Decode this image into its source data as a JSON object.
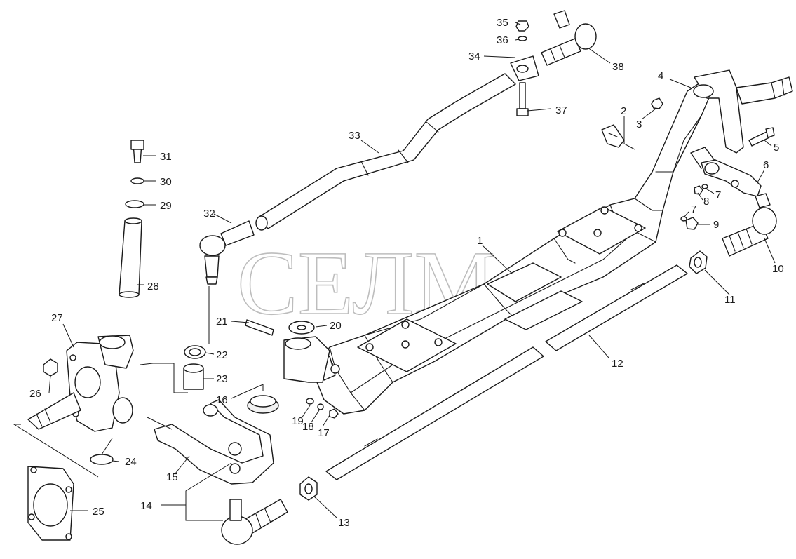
{
  "watermark": "СЕЛМ",
  "callouts": [
    {
      "id": "c1",
      "label": "1"
    },
    {
      "id": "c2",
      "label": "2"
    },
    {
      "id": "c3",
      "label": "3"
    },
    {
      "id": "c4",
      "label": "4"
    },
    {
      "id": "c5",
      "label": "5"
    },
    {
      "id": "c6",
      "label": "6"
    },
    {
      "id": "c7a",
      "label": "7"
    },
    {
      "id": "c7b",
      "label": "7"
    },
    {
      "id": "c8",
      "label": "8"
    },
    {
      "id": "c9",
      "label": "9"
    },
    {
      "id": "c10",
      "label": "10"
    },
    {
      "id": "c11",
      "label": "11"
    },
    {
      "id": "c12",
      "label": "12"
    },
    {
      "id": "c13",
      "label": "13"
    },
    {
      "id": "c14",
      "label": "14"
    },
    {
      "id": "c15",
      "label": "15"
    },
    {
      "id": "c16",
      "label": "16"
    },
    {
      "id": "c17",
      "label": "17"
    },
    {
      "id": "c18",
      "label": "18"
    },
    {
      "id": "c19",
      "label": "19"
    },
    {
      "id": "c20",
      "label": "20"
    },
    {
      "id": "c21",
      "label": "21"
    },
    {
      "id": "c22",
      "label": "22"
    },
    {
      "id": "c23",
      "label": "23"
    },
    {
      "id": "c24",
      "label": "24"
    },
    {
      "id": "c25",
      "label": "25"
    },
    {
      "id": "c26",
      "label": "26"
    },
    {
      "id": "c27",
      "label": "27"
    },
    {
      "id": "c28",
      "label": "28"
    },
    {
      "id": "c29",
      "label": "29"
    },
    {
      "id": "c30",
      "label": "30"
    },
    {
      "id": "c31",
      "label": "31"
    },
    {
      "id": "c32",
      "label": "32"
    },
    {
      "id": "c33",
      "label": "33"
    },
    {
      "id": "c34",
      "label": "34"
    },
    {
      "id": "c35",
      "label": "35"
    },
    {
      "id": "c36",
      "label": "36"
    },
    {
      "id": "c37",
      "label": "37"
    },
    {
      "id": "c38",
      "label": "38"
    }
  ]
}
